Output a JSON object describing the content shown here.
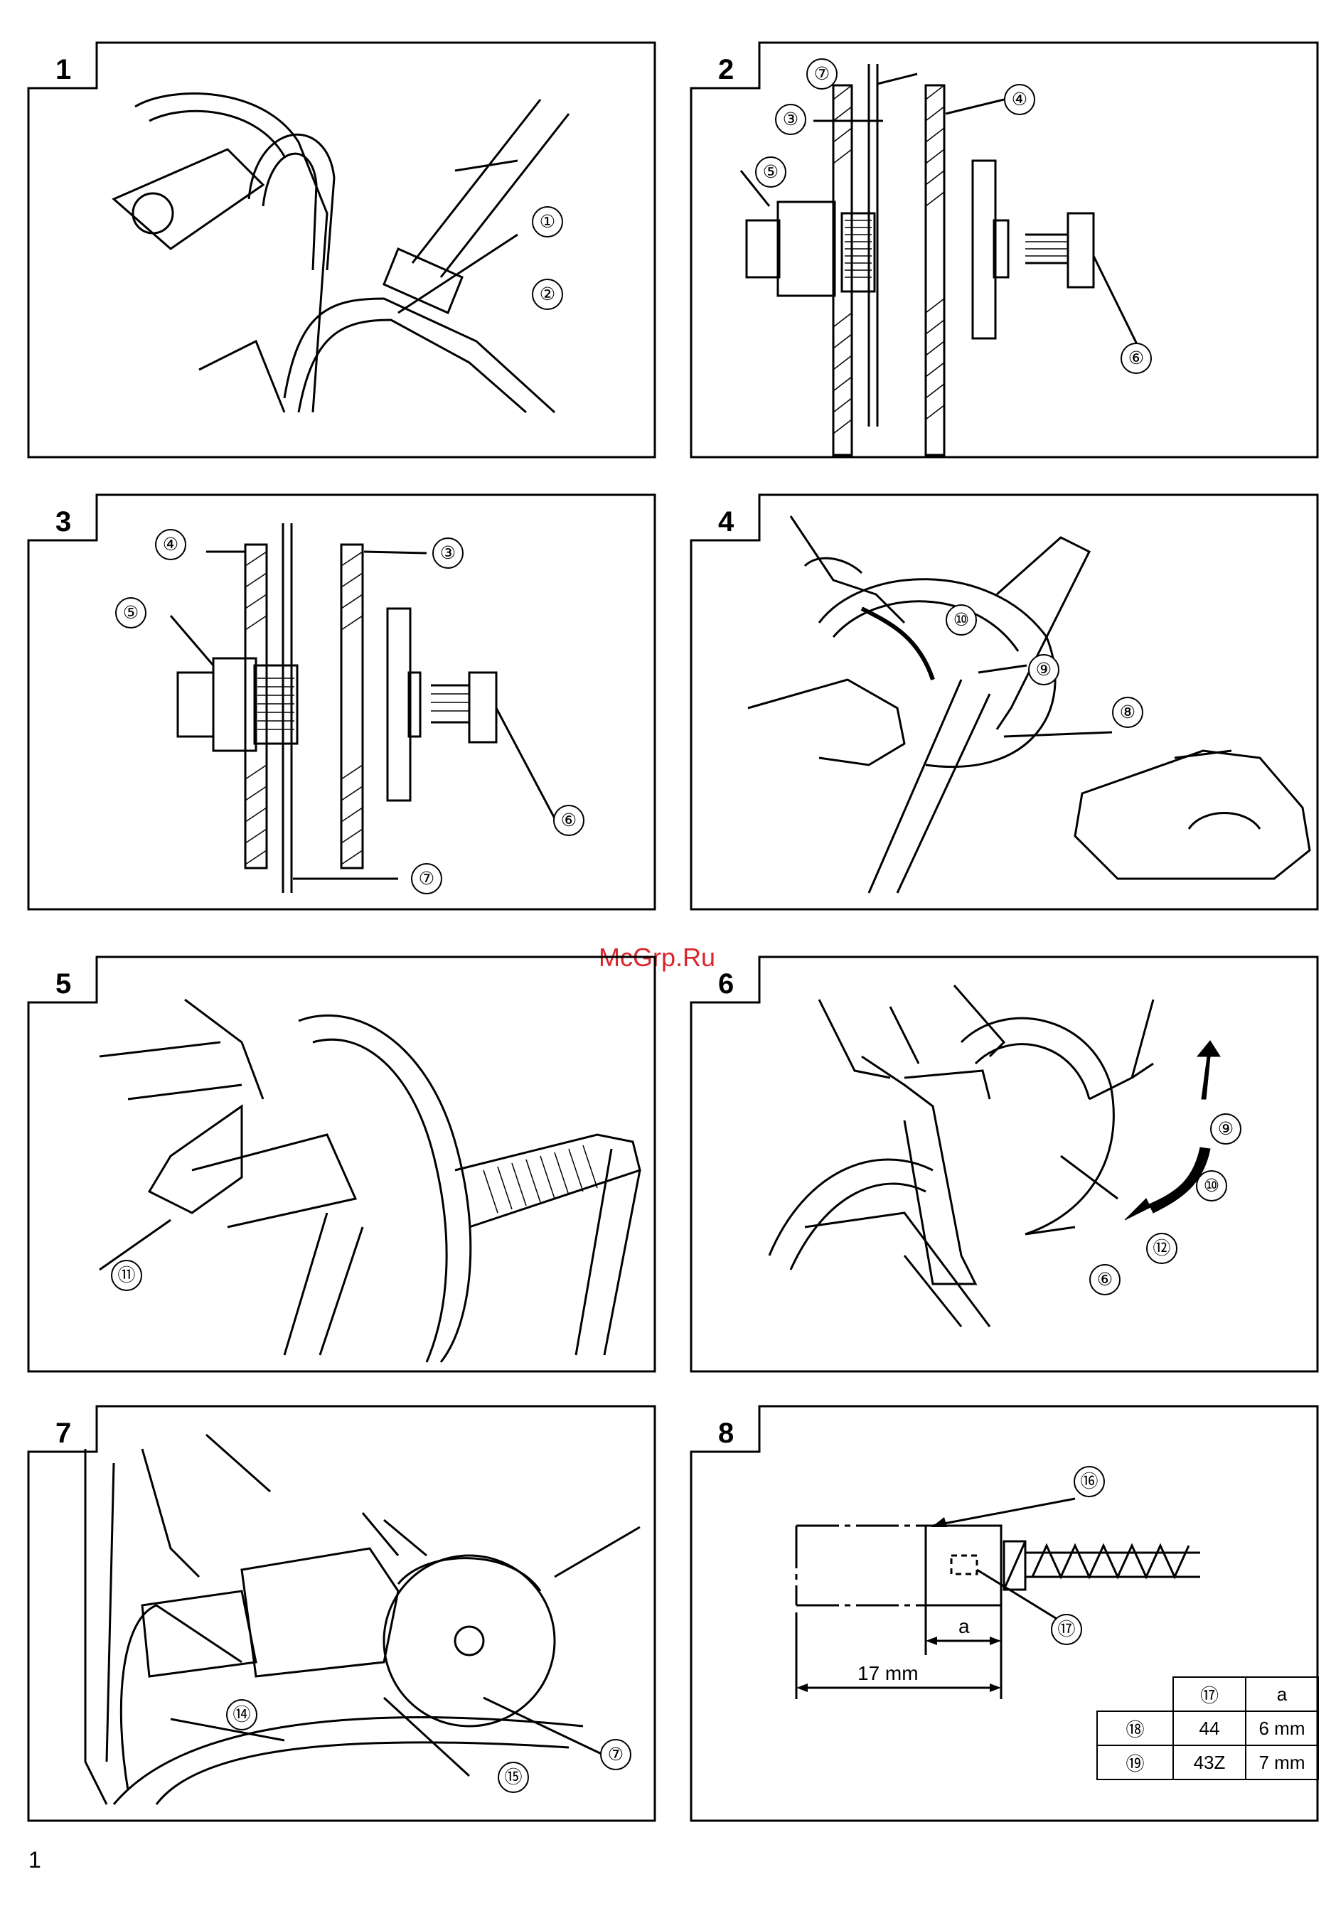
{
  "page": {
    "number": "1",
    "watermark": "McGrp.Ru"
  },
  "figures": [
    {
      "number": "1",
      "callouts": [
        "①",
        "②"
      ]
    },
    {
      "number": "2",
      "callouts": [
        "⑦",
        "③",
        "⑤",
        "④",
        "⑥"
      ]
    },
    {
      "number": "3",
      "callouts": [
        "④",
        "⑤",
        "③",
        "⑥",
        "⑦"
      ]
    },
    {
      "number": "4",
      "callouts": [
        "⑩",
        "⑨",
        "⑧"
      ]
    },
    {
      "number": "5",
      "callouts": [
        "⑪"
      ]
    },
    {
      "number": "6",
      "callouts": [
        "⑨",
        "⑩",
        "⑫",
        "⑥"
      ]
    },
    {
      "number": "7",
      "callouts": [
        "⑭",
        "⑮",
        "⑦"
      ]
    },
    {
      "number": "8",
      "callouts": [
        "⑯",
        "⑰"
      ],
      "dim_a": "a",
      "dim_total": "17 mm"
    }
  ],
  "spec_table": {
    "header": [
      "",
      "⑰",
      "a"
    ],
    "rows": [
      [
        "⑱",
        "44",
        "6 mm"
      ],
      [
        "⑲",
        "43Z",
        "7 mm"
      ]
    ]
  },
  "colors": {
    "line": "#000000",
    "background": "#ffffff",
    "watermark": "#d8262c"
  }
}
